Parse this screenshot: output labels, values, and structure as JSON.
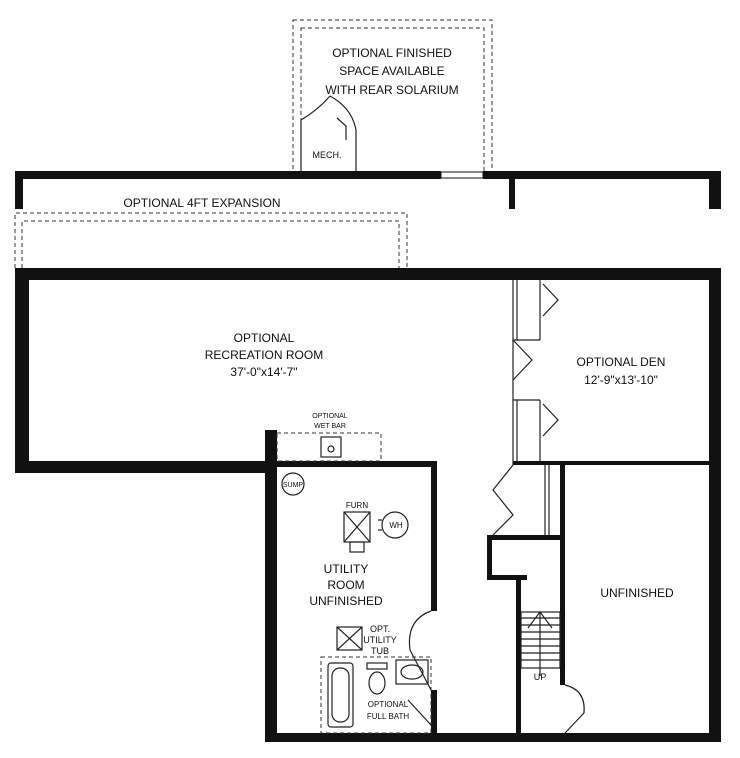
{
  "rooms": {
    "solarium": {
      "line1": "OPTIONAL FINISHED",
      "line2": "SPACE AVAILABLE",
      "line3": "WITH REAR SOLARIUM"
    },
    "mech": "MECH.",
    "expansion": "OPTIONAL 4FT EXPANSION",
    "recreation": {
      "line1": "OPTIONAL",
      "line2": "RECREATION ROOM",
      "dims": "37'-0\"x14'-7\""
    },
    "den": {
      "name": "OPTIONAL DEN",
      "dims": "12'-9\"x13'-10\""
    },
    "wet_bar": {
      "line1": "OPTIONAL",
      "line2": "WET BAR"
    },
    "sump": "SUMP",
    "furn": "FURN",
    "wh": "WH",
    "utility": {
      "line1": "UTILITY",
      "line2": "ROOM",
      "line3": "UNFINISHED"
    },
    "tub": {
      "line1": "OPT.",
      "line2": "UTILITY",
      "line3": "TUB"
    },
    "bath": {
      "line1": "OPTIONAL",
      "line2": "FULL BATH"
    },
    "unfinished": "UNFINISHED",
    "stairs": "UP"
  },
  "colors": {
    "wall": "#111111",
    "background": "#ffffff"
  }
}
